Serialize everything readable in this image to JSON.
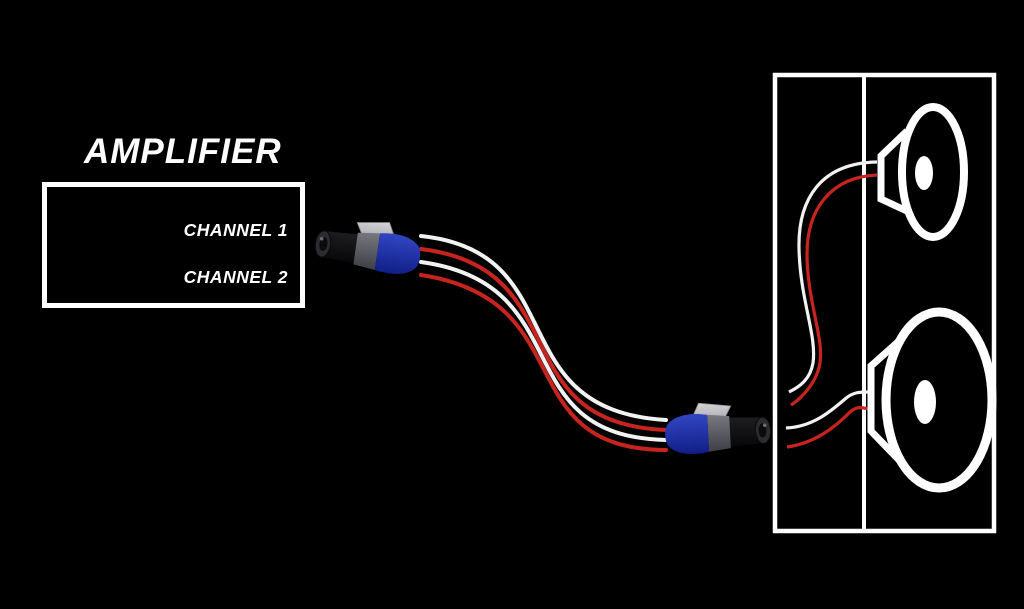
{
  "amplifier": {
    "title": "AMPLIFIER",
    "channels": [
      "CHANNEL 1",
      "CHANNEL 2"
    ]
  },
  "cable": {
    "wire_colors": [
      "white",
      "red",
      "white",
      "red"
    ],
    "connector_type": "speakON"
  },
  "speaker_cabinet": {
    "speakers": [
      "top-speaker",
      "bottom-speaker"
    ],
    "wiring": [
      {
        "channel": "CHANNEL 1",
        "wires": [
          "white",
          "red"
        ],
        "to": "top-speaker"
      },
      {
        "channel": "CHANNEL 2",
        "wires": [
          "white",
          "red"
        ],
        "to": "bottom-speaker"
      }
    ]
  },
  "colors": {
    "background": "#000000",
    "outline_white": "#ffffff",
    "wire_white": "#f2f2f2",
    "wire_red": "#c8241f",
    "connector_blue": "#3950d2",
    "connector_gray": "#85858d",
    "connector_tip_black": "#17171a",
    "latch_silver": "#e4e4e4"
  }
}
